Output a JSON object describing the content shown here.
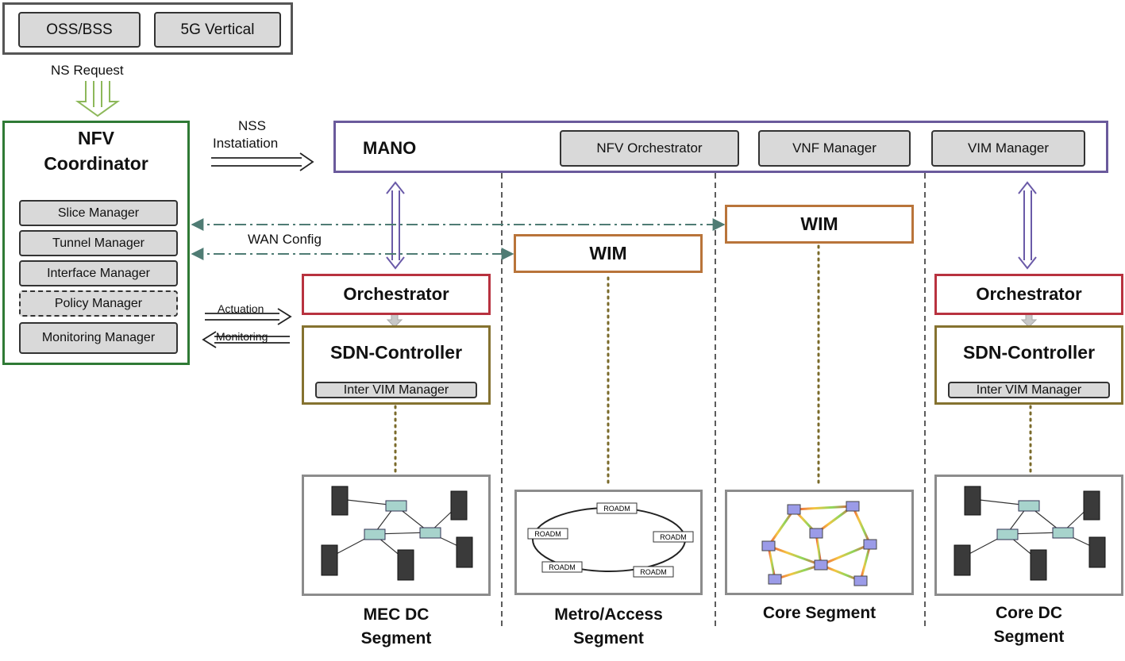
{
  "client": {
    "oss_bss": "OSS/BSS",
    "vertical": "5G Vertical",
    "request_label": "NS Request"
  },
  "coordinator": {
    "title_line1": "NFV",
    "title_line2": "Coordinator",
    "managers": [
      "Slice Manager",
      "Tunnel Manager",
      "Interface Manager",
      "Policy Manager",
      "Monitoring Manager"
    ]
  },
  "nss_label_line1": "NSS",
  "nss_label_line2": "Instatiation",
  "mano": {
    "title": "MANO",
    "components": [
      "NFV Orchestrator",
      "VNF Manager",
      "VIM Manager"
    ]
  },
  "wan_config_label": "WAN Config",
  "actuation_label": "Actuation",
  "monitoring_label": "Monitoring",
  "wim_label": "WIM",
  "orchestrator_label": "Orchestrator",
  "sdn_controller_label": "SDN-Controller",
  "inter_vim_label": "Inter VIM Manager",
  "roadm_label": "ROADM",
  "segments": {
    "mec": {
      "line1": "MEC DC",
      "line2": "Segment"
    },
    "metro": {
      "line1": "Metro/Access",
      "line2": "Segment"
    },
    "core": {
      "line1": "Core Segment"
    },
    "core_dc": {
      "line1": "Core DC",
      "line2": "Segment"
    }
  },
  "colors": {
    "coordinator_border": "#2f7a35",
    "mano_border": "#6a5a9c",
    "wim_border": "#b9743a",
    "orchestrator_border": "#b8323f",
    "sdn_border": "#857230",
    "wan_line": "#4f7c74",
    "request_arrow": "#8db85a"
  }
}
